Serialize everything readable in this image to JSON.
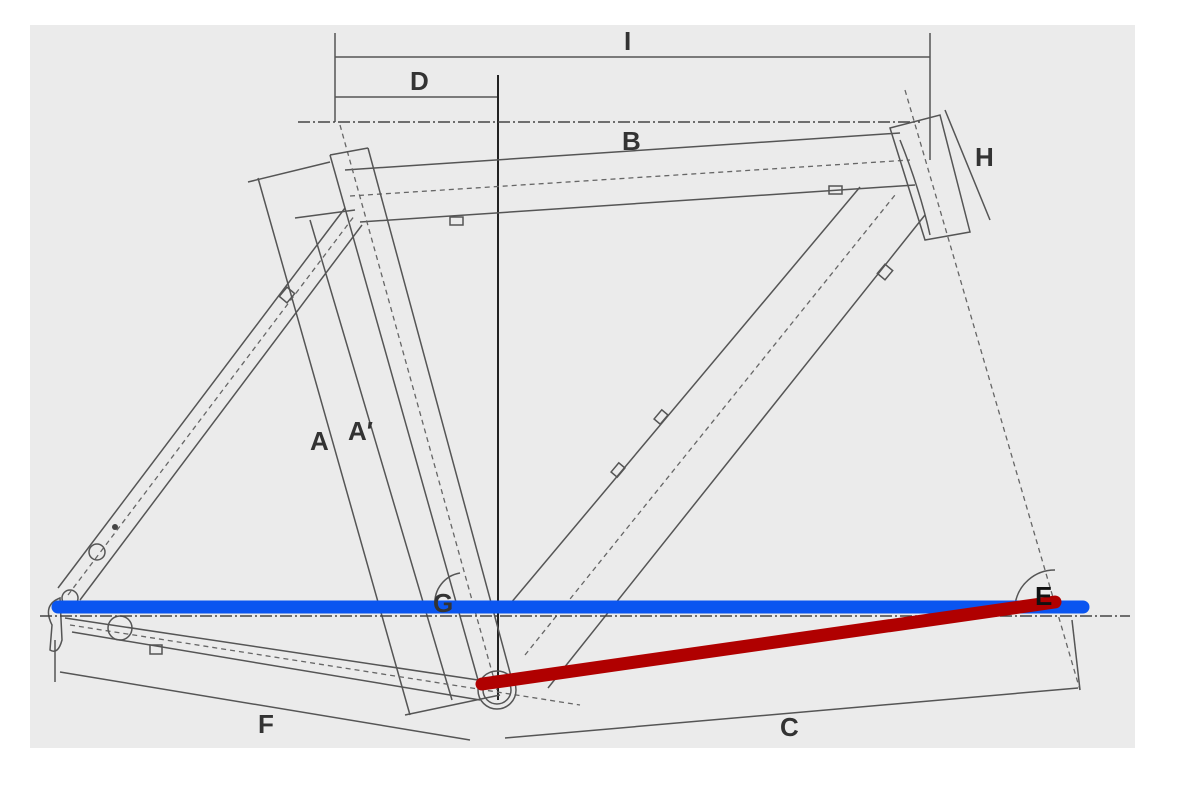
{
  "title": "Bicycle frame geometry diagram",
  "labels": {
    "I": "I",
    "D": "D",
    "B": "B",
    "H": "H",
    "A": "A",
    "A_prime": "A′",
    "G": "G",
    "E": "E",
    "F": "F",
    "C": "C"
  },
  "overlay_colors": {
    "blue_line": "#0a55f0",
    "red_line": "#b00000"
  },
  "background": "#ebebeb"
}
